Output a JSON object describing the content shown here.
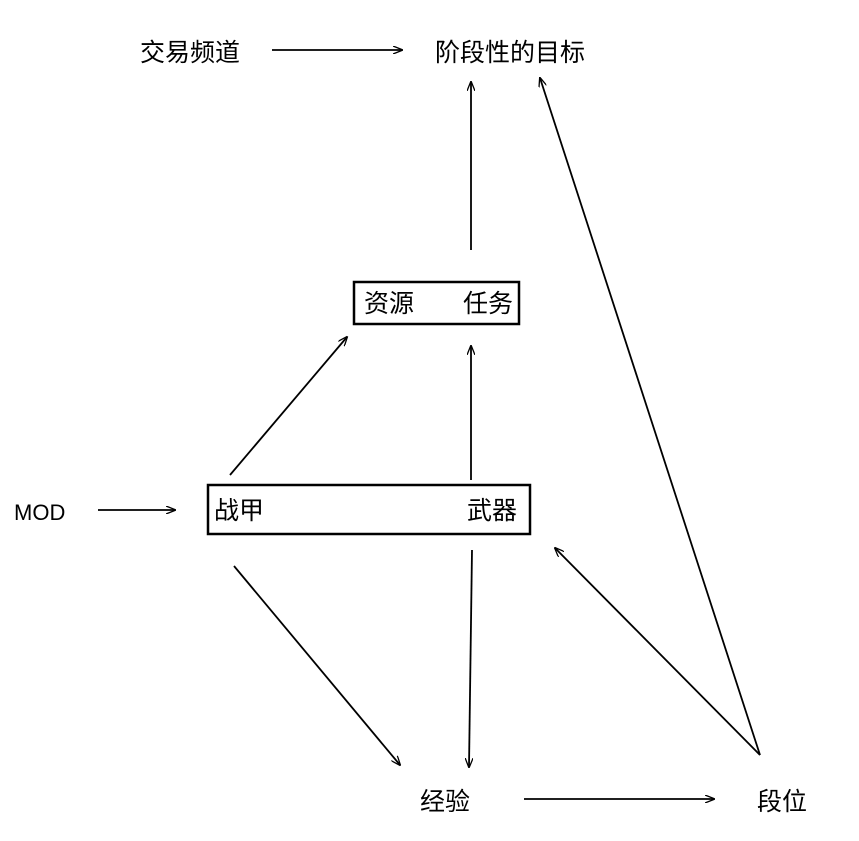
{
  "nodes": {
    "trade_channel": "交易频道",
    "stage_goal": "阶段性的目标",
    "resources": "资源",
    "tasks": "任务",
    "mod": "MOD",
    "warframe": "战甲",
    "weapon": "武器",
    "experience": "经验",
    "rank": "段位"
  },
  "edges": [
    [
      "trade_channel",
      "stage_goal"
    ],
    [
      "resources_tasks",
      "stage_goal"
    ],
    [
      "warframe",
      "resources_tasks"
    ],
    [
      "weapon",
      "resources_tasks"
    ],
    [
      "mod",
      "warframe_weapon"
    ],
    [
      "warframe",
      "experience"
    ],
    [
      "weapon",
      "experience"
    ],
    [
      "experience",
      "rank"
    ],
    [
      "rank",
      "warframe_weapon"
    ],
    [
      "rank",
      "stage_goal"
    ]
  ]
}
